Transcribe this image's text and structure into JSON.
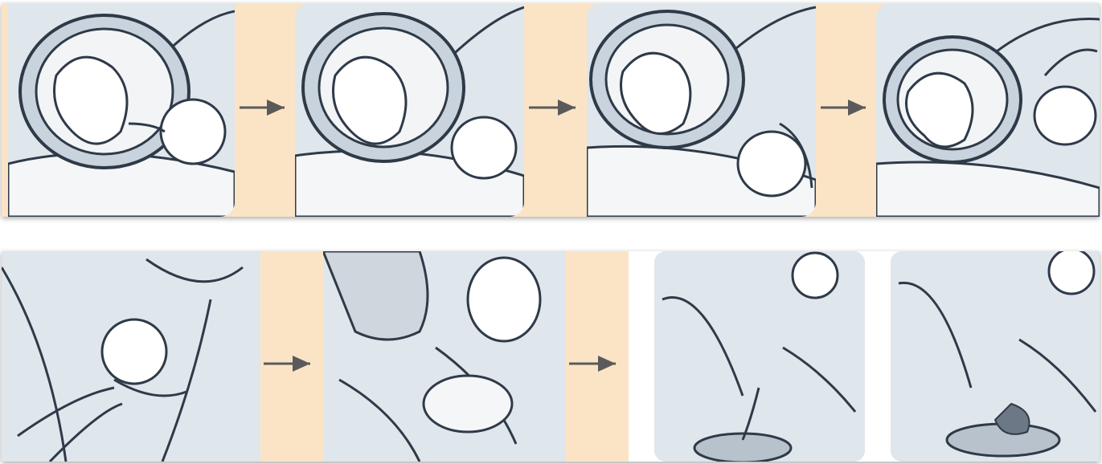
{
  "illustration": {
    "title": "",
    "rows": [
      {
        "panels": [
          {
            "subject": "fetal-head-crowning"
          },
          {
            "subject": "head-emerging"
          },
          {
            "subject": "head-rotating-supported"
          },
          {
            "subject": "shoulder-delivery"
          }
        ]
      },
      {
        "panels": [
          {
            "subject": "baby-delivered-supported"
          },
          {
            "subject": "baby-on-mothers-abdomen"
          },
          {
            "subject": "placenta-delivery"
          },
          {
            "subject": "placenta-in-basin"
          }
        ]
      }
    ],
    "arrow_icon": "right-arrow-icon",
    "colors": {
      "connector": "#fbe4c6",
      "panel_bg": "#dfe6ec",
      "line_art": "#2f3a48",
      "arrow": "#5a5a5a"
    }
  }
}
